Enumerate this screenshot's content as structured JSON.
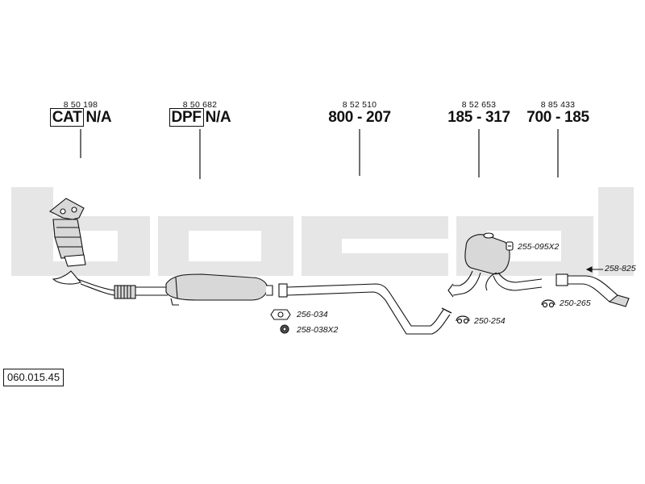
{
  "brand": "bosal",
  "reference": "060.015.45",
  "colors": {
    "watermark": "#e6e6e6",
    "line": "#111111",
    "part_fill": "#d8d8d8"
  },
  "parts": [
    {
      "number": "8 50 198",
      "tag": "CAT",
      "code": "N/A"
    },
    {
      "number": "8 50 682",
      "tag": "DPF",
      "code": "N/A"
    },
    {
      "number": "8 52 510",
      "tag": "",
      "code": "800 - 207"
    },
    {
      "number": "8 52 653",
      "tag": "",
      "code": "185 - 317"
    },
    {
      "number": "8 85 433",
      "tag": "",
      "code": "700 - 185"
    }
  ],
  "annotations": [
    {
      "label": "255-095X2",
      "icon": "clamp-icon"
    },
    {
      "label": "258-825",
      "icon": "arrow-left-icon"
    },
    {
      "label": "250-265",
      "icon": "rubber-mount-icon"
    },
    {
      "label": "250-254",
      "icon": "rubber-mount-icon"
    },
    {
      "label": "256-034",
      "icon": "gasket-icon"
    },
    {
      "label": "258-038X2",
      "icon": "nut-icon"
    }
  ]
}
